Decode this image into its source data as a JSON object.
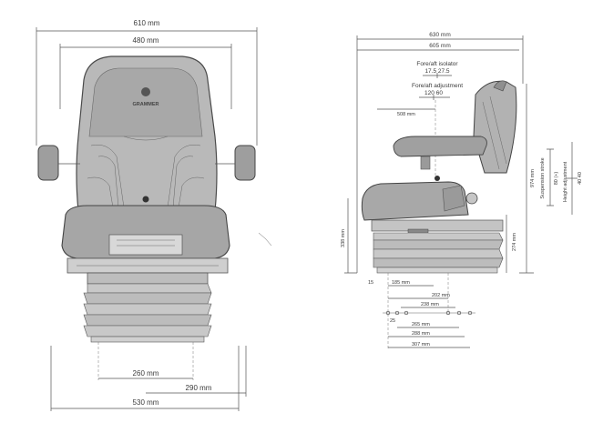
{
  "front_view": {
    "logo_text": "GRAMMER",
    "dims": {
      "overall_width": "610 mm",
      "backrest_width": "480 mm",
      "base_inner": "260 mm",
      "base_offset": "290 mm",
      "base_outer": "530 mm"
    }
  },
  "side_view": {
    "dims": {
      "overall_depth": "630 mm",
      "depth_inner": "605 mm",
      "fore_aft_isolator": "Fore/aft isolator",
      "fore_aft_isolator_values": "17.5  27.5",
      "fore_aft_adjustment": "Fore/aft adjustment",
      "fore_aft_adjustment_values": "120  60",
      "seat_ref": "508 mm",
      "total_height": "974 mm",
      "suspension_stroke": "Suspension stroke",
      "suspension_value": "80 (+)",
      "height_adjustment": "Height adjustment",
      "height_values": "40  40",
      "left_height": "338 mm",
      "base_height": "274 mm",
      "small_offset": "15",
      "rail_185": "185 mm",
      "rail_202": "202 mm",
      "rail_238": "238 mm",
      "rail_25": "25",
      "rail_265": "265 mm",
      "rail_288": "288 mm",
      "rail_307": "307 mm"
    }
  }
}
